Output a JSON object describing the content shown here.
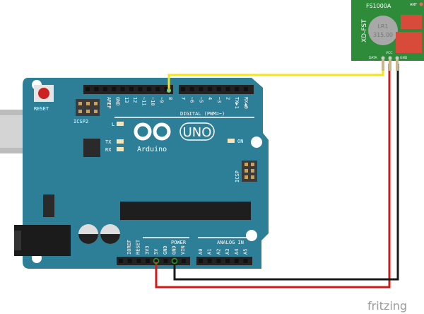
{
  "board": {
    "name": "UNO",
    "brand": "Arduino",
    "reset_label": "RESET",
    "icsp2_label": "ICSP2",
    "icsp_label": "ICSP",
    "digital_label": "DIGITAL (PWM=~)",
    "power_label": "POWER",
    "analog_label": "ANALOG IN",
    "led_labels": {
      "l": "L",
      "tx": "TX",
      "rx": "RX",
      "on": "ON"
    },
    "top_left_pins": [
      "AREF",
      "GND",
      "13",
      "12",
      "~11",
      "~10",
      "~9",
      "8"
    ],
    "top_right_pins": [
      "7",
      "~6",
      "~5",
      "4",
      "~3",
      "2",
      "TX▶1",
      "RX◀0"
    ],
    "power_pins": [
      "IOREF",
      "RESET",
      "3V3",
      "5V",
      "GND",
      "GND",
      "VIN"
    ],
    "analog_pins": [
      "A0",
      "A1",
      "A2",
      "A3",
      "A4",
      "A5"
    ]
  },
  "module": {
    "name": "FS1000A",
    "side_label": "XD-FST",
    "crystal_line1": "LR1",
    "crystal_line2": "315.00",
    "ant_label": "ANT",
    "pins": [
      "DATA",
      "VCC",
      "GND"
    ]
  },
  "wires": {
    "data": "#f2e51a",
    "vcc": "#d31818",
    "gnd": "#1a1a1a"
  },
  "colors": {
    "board": "#2d7f98",
    "module": "#2e8b3a"
  },
  "watermark": "fritzing"
}
